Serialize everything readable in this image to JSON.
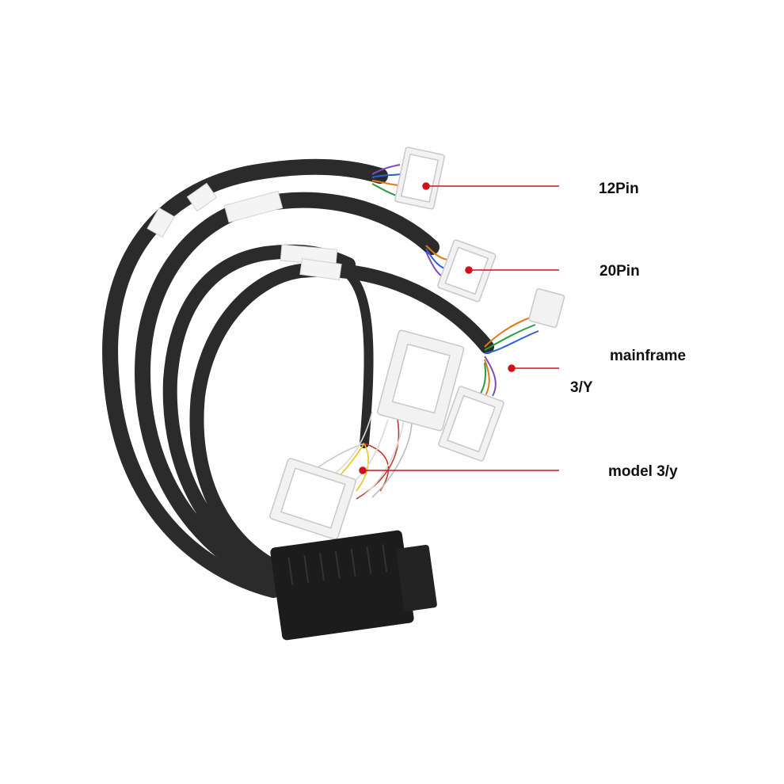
{
  "product": {
    "obd_connector_icon": "obd-connector-icon",
    "cable_color": "#2b2b2b",
    "connector_color": "#f2f2f2",
    "accent_color": "#d0101b"
  },
  "callouts": [
    {
      "id": "12pin",
      "label": "12Pin"
    },
    {
      "id": "20pin",
      "label": "20Pin"
    },
    {
      "id": "mainframe",
      "label": "mainframe",
      "sublabel": "3/Y"
    },
    {
      "id": "model",
      "label": "model 3/y"
    }
  ]
}
